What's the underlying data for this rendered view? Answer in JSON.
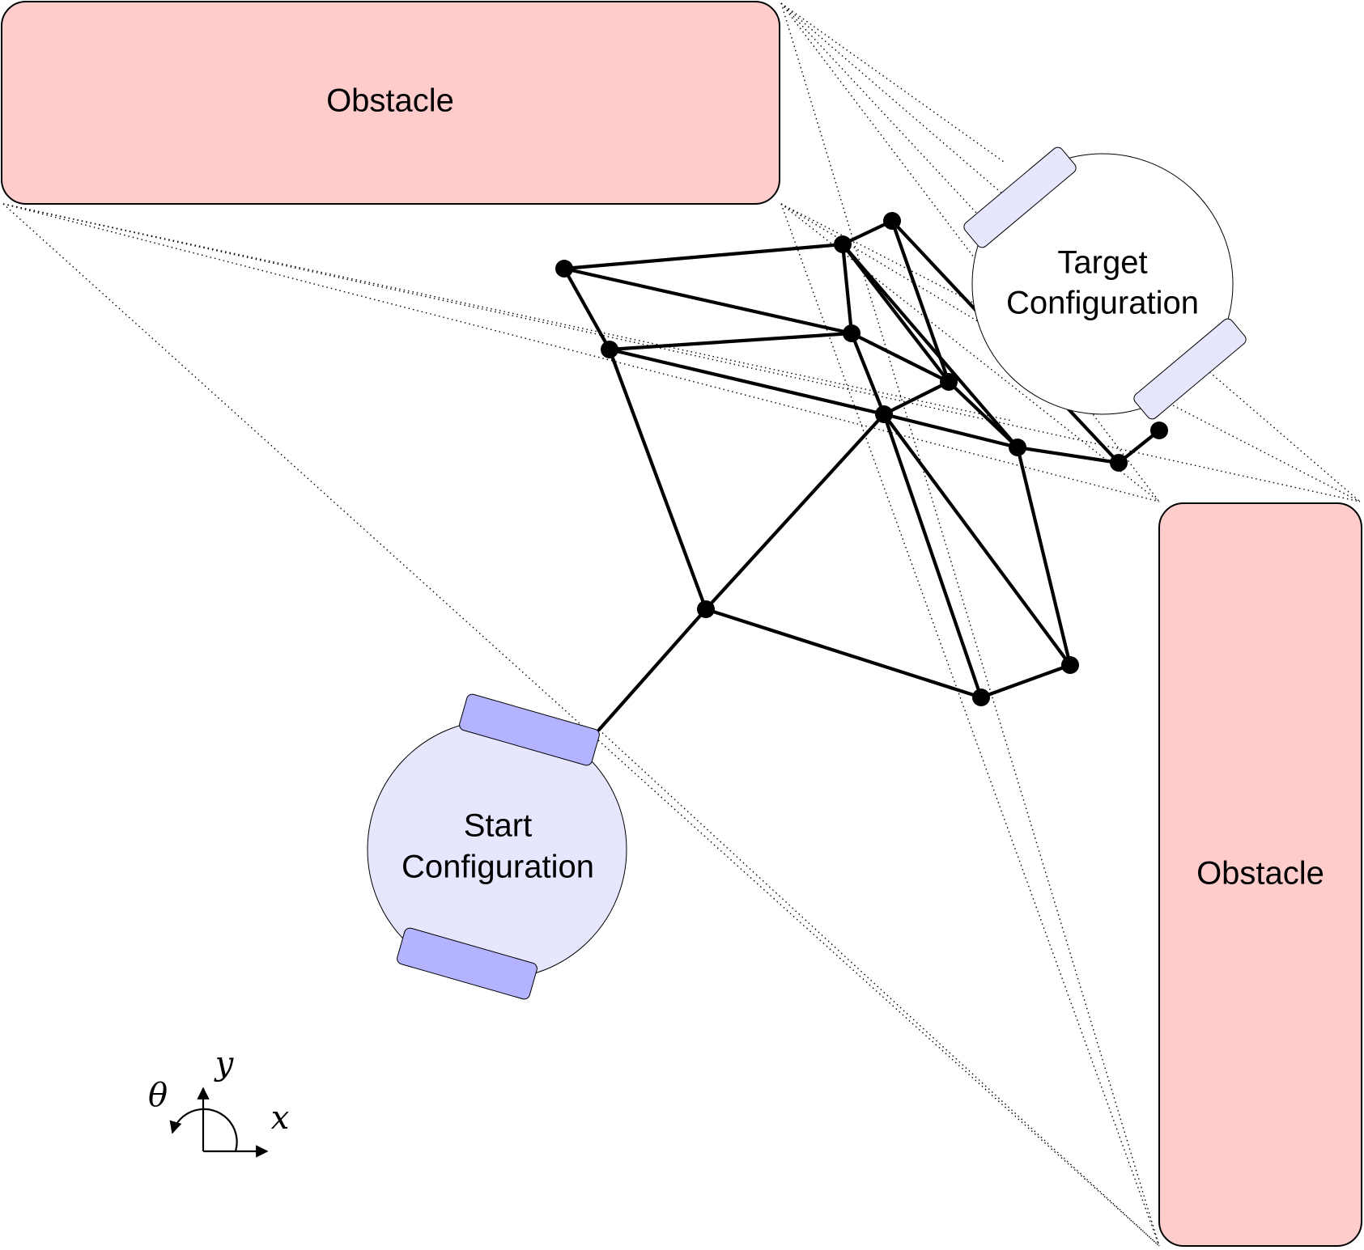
{
  "obstacles": [
    {
      "label": "Obstacle"
    },
    {
      "label": "Obstacle"
    }
  ],
  "start": {
    "label_line1": "Start",
    "label_line2": "Configuration",
    "body_color": "#e6e6ff",
    "wheel_color": "#b3b3ff"
  },
  "target": {
    "label_line1": "Target",
    "label_line2": "Configuration",
    "body_color": "#ffffff",
    "wheel_color": "#e6e6ff"
  },
  "obstacle_color": "#ffcccc",
  "axes": {
    "theta": "θ",
    "y": "y",
    "x": "x"
  }
}
